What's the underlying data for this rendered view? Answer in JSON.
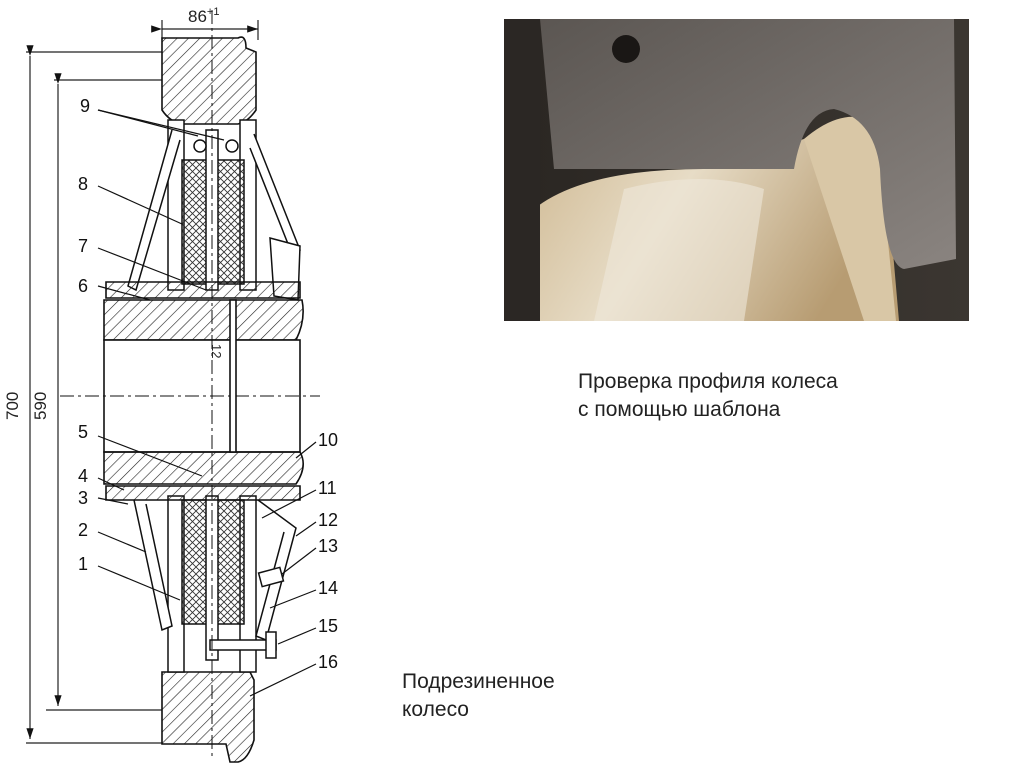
{
  "drawing": {
    "dimensions": {
      "width_main": "86",
      "width_sup": "+1",
      "outer_diameter": "700",
      "inner_diameter": "590"
    },
    "callouts": [
      "1",
      "2",
      "3",
      "4",
      "5",
      "6",
      "7",
      "8",
      "9",
      "10",
      "11",
      "12",
      "13",
      "14",
      "15",
      "16"
    ],
    "inline_label": "12"
  },
  "captions": {
    "photo_caption_line1": "Проверка профиля колеса",
    "photo_caption_line2": "с помощью шаблона",
    "drawing_caption_line1": "Подрезиненное",
    "drawing_caption_line2": "колесо"
  }
}
